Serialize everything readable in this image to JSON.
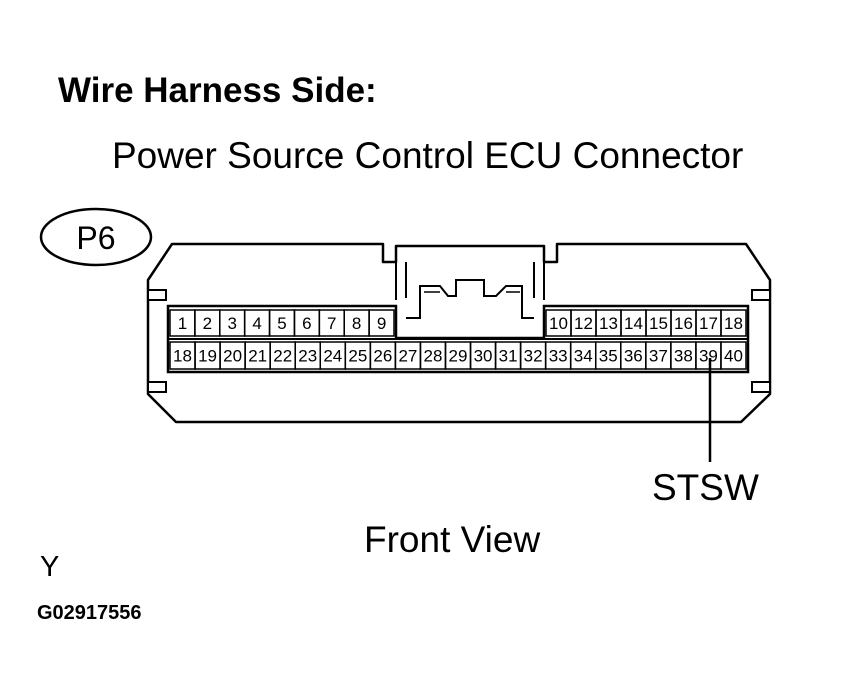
{
  "heading": "Wire Harness Side:",
  "subheading": "Power Source Control ECU Connector",
  "connector_code": "P6",
  "top_row_left": [
    "1",
    "2",
    "3",
    "4",
    "5",
    "6",
    "7",
    "8",
    "9"
  ],
  "top_row_right": [
    "10",
    "12",
    "13",
    "14",
    "15",
    "16",
    "17",
    "18"
  ],
  "bottom_row": [
    "18",
    "19",
    "20",
    "21",
    "22",
    "23",
    "24",
    "25",
    "26",
    "27",
    "28",
    "29",
    "30",
    "31",
    "32",
    "33",
    "34",
    "35",
    "36",
    "37",
    "38",
    "39",
    "40"
  ],
  "pin_label": "STSW",
  "view_label": "Front View",
  "corner_letter": "Y",
  "figure_code": "G02917556"
}
